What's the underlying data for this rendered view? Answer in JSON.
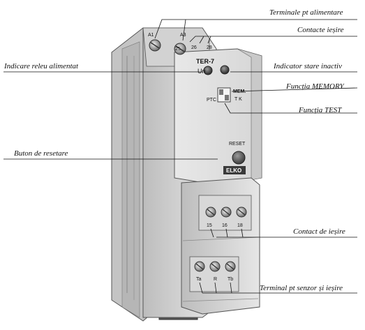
{
  "callouts": {
    "power_terminals": "Terminale pt alimentare",
    "output_contacts": "Contacte ieșire",
    "power_relay_indicator": "Indicare releu alimentat",
    "inactive_state_indicator": "Indicator stare inactiv",
    "memory_function": "Funcția MEMORY",
    "test_function": "Funcția TEST",
    "reset_button": "Buton de resetare",
    "output_contact": "Contact de ieșire",
    "sensor_output_terminal": "Terminal pt senzor și ieșire"
  },
  "device": {
    "model": "TER-7",
    "led_label": "Un",
    "switch_left_label": "PTC",
    "switch_mem_label": "MEM.",
    "switch_tk_label": "T K",
    "reset_label": "RESET",
    "brand": "ELKO",
    "top_terminals": {
      "a1": "A1",
      "a3": "A3",
      "t25": "25",
      "t26": "26",
      "t28": "28"
    },
    "mid_terminals": [
      "15",
      "16",
      "18"
    ],
    "bottom_terminals": [
      "Ta",
      "R",
      "Tb"
    ]
  },
  "colors": {
    "body": "#d9d9d9",
    "led_off": "#555555",
    "reset_button": "#6a6a6a"
  }
}
